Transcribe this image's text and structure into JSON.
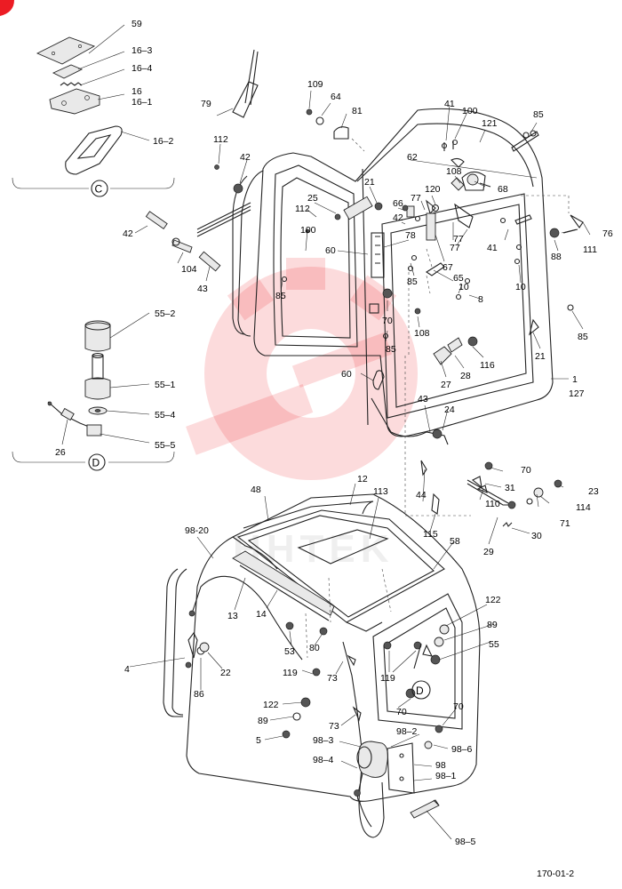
{
  "drawing_id": "170-01-2",
  "watermark": "HHTEK",
  "brand_color": "#ec1c24",
  "detail_views": [
    {
      "letter": "C"
    },
    {
      "letter": "D"
    }
  ],
  "callouts": [
    {
      "id": "59",
      "t": "59"
    },
    {
      "id": "16-3",
      "t": "16–3"
    },
    {
      "id": "16-4",
      "t": "16–4"
    },
    {
      "id": "16",
      "t": "16"
    },
    {
      "id": "16-1",
      "t": "16–1"
    },
    {
      "id": "16-2",
      "t": "16–2"
    },
    {
      "id": "79",
      "t": "79"
    },
    {
      "id": "109",
      "t": "109"
    },
    {
      "id": "64",
      "t": "64"
    },
    {
      "id": "81",
      "t": "81"
    },
    {
      "id": "41a",
      "t": "41"
    },
    {
      "id": "100a",
      "t": "100"
    },
    {
      "id": "121",
      "t": "121"
    },
    {
      "id": "85a",
      "t": "85"
    },
    {
      "id": "112a",
      "t": "112"
    },
    {
      "id": "42a",
      "t": "42"
    },
    {
      "id": "62",
      "t": "62"
    },
    {
      "id": "21a",
      "t": "21"
    },
    {
      "id": "108a",
      "t": "108"
    },
    {
      "id": "68",
      "t": "68"
    },
    {
      "id": "25",
      "t": "25"
    },
    {
      "id": "112b",
      "t": "112"
    },
    {
      "id": "77a",
      "t": "77"
    },
    {
      "id": "120",
      "t": "120"
    },
    {
      "id": "66",
      "t": "66"
    },
    {
      "id": "42b",
      "t": "42"
    },
    {
      "id": "100b",
      "t": "100"
    },
    {
      "id": "60a",
      "t": "60"
    },
    {
      "id": "78",
      "t": "78"
    },
    {
      "id": "77b",
      "t": "77"
    },
    {
      "id": "77c",
      "t": "77"
    },
    {
      "id": "76",
      "t": "76"
    },
    {
      "id": "88",
      "t": "88"
    },
    {
      "id": "111",
      "t": "111"
    },
    {
      "id": "41b",
      "t": "41"
    },
    {
      "id": "67",
      "t": "67"
    },
    {
      "id": "104",
      "t": "104"
    },
    {
      "id": "43a",
      "t": "43"
    },
    {
      "id": "85b",
      "t": "85"
    },
    {
      "id": "85c",
      "t": "85"
    },
    {
      "id": "65",
      "t": "65"
    },
    {
      "id": "10a",
      "t": "10"
    },
    {
      "id": "10b",
      "t": "10"
    },
    {
      "id": "8",
      "t": "8"
    },
    {
      "id": "70a",
      "t": "70"
    },
    {
      "id": "108b",
      "t": "108"
    },
    {
      "id": "85d",
      "t": "85"
    },
    {
      "id": "21b",
      "t": "21"
    },
    {
      "id": "116",
      "t": "116"
    },
    {
      "id": "55-2",
      "t": "55–2"
    },
    {
      "id": "85e",
      "t": "85"
    },
    {
      "id": "27",
      "t": "27"
    },
    {
      "id": "28",
      "t": "28"
    },
    {
      "id": "1",
      "t": "1"
    },
    {
      "id": "127",
      "t": "127"
    },
    {
      "id": "60b",
      "t": "60"
    },
    {
      "id": "55-1",
      "t": "55–1"
    },
    {
      "id": "43b",
      "t": "43"
    },
    {
      "id": "24",
      "t": "24"
    },
    {
      "id": "55-4",
      "t": "55–4"
    },
    {
      "id": "26",
      "t": "26"
    },
    {
      "id": "55-5",
      "t": "55–5"
    },
    {
      "id": "70b",
      "t": "70"
    },
    {
      "id": "12",
      "t": "12"
    },
    {
      "id": "48",
      "t": "48"
    },
    {
      "id": "113",
      "t": "113"
    },
    {
      "id": "31",
      "t": "31"
    },
    {
      "id": "23",
      "t": "23"
    },
    {
      "id": "44",
      "t": "44"
    },
    {
      "id": "110",
      "t": "110"
    },
    {
      "id": "114",
      "t": "114"
    },
    {
      "id": "71",
      "t": "71"
    },
    {
      "id": "98-20",
      "t": "98-20"
    },
    {
      "id": "115",
      "t": "115"
    },
    {
      "id": "58",
      "t": "58"
    },
    {
      "id": "30",
      "t": "30"
    },
    {
      "id": "29",
      "t": "29"
    },
    {
      "id": "122a",
      "t": "122"
    },
    {
      "id": "13",
      "t": "13"
    },
    {
      "id": "14",
      "t": "14"
    },
    {
      "id": "89a",
      "t": "89"
    },
    {
      "id": "53",
      "t": "53"
    },
    {
      "id": "80",
      "t": "80"
    },
    {
      "id": "55",
      "t": "55"
    },
    {
      "id": "4",
      "t": "4"
    },
    {
      "id": "22",
      "t": "22"
    },
    {
      "id": "119a",
      "t": "119"
    },
    {
      "id": "73a",
      "t": "73"
    },
    {
      "id": "119b",
      "t": "119"
    },
    {
      "id": "86",
      "t": "86"
    },
    {
      "id": "122b",
      "t": "122"
    },
    {
      "id": "70c",
      "t": "70"
    },
    {
      "id": "89b",
      "t": "89"
    },
    {
      "id": "73b",
      "t": "73"
    },
    {
      "id": "70d",
      "t": "70"
    },
    {
      "id": "5",
      "t": "5"
    },
    {
      "id": "98-2",
      "t": "98–2"
    },
    {
      "id": "98-3",
      "t": "98–3"
    },
    {
      "id": "98-6",
      "t": "98–6"
    },
    {
      "id": "98",
      "t": "98"
    },
    {
      "id": "98-4",
      "t": "98–4"
    },
    {
      "id": "98-1",
      "t": "98–1"
    },
    {
      "id": "98-5",
      "t": "98–5"
    }
  ]
}
